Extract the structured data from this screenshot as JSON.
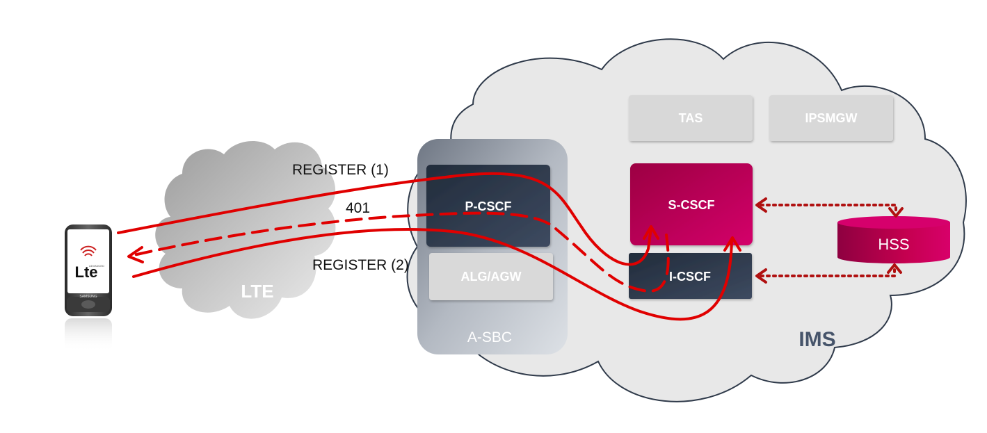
{
  "diagram": {
    "clouds": {
      "lte_label": "LTE",
      "ims_label": "IMS"
    },
    "asbc": {
      "label": "A-SBC",
      "pcscf_label": "P-CSCF",
      "alg_label": "ALG/AGW"
    },
    "ims": {
      "tas_label": "TAS",
      "ipsmgw_label": "IPSMGW",
      "scscf_label": "S-CSCF",
      "icscf_label": "I-CSCF",
      "hss_label": "HSS"
    },
    "phone": {
      "screen_logo": "Lte",
      "screen_subtext": "ADVANCED",
      "brand": "SAMSUNG"
    },
    "messages": {
      "register1": "REGISTER (1)",
      "resp401": "401",
      "register2": "REGISTER (2)"
    },
    "colors": {
      "signal_red": "#e00000",
      "hss_link": "#b01010",
      "dark_box": "#2b3648",
      "magenta": "#c4004f",
      "light_box": "#d8d8d8",
      "cloud_fill": "#e8e8e8"
    }
  }
}
